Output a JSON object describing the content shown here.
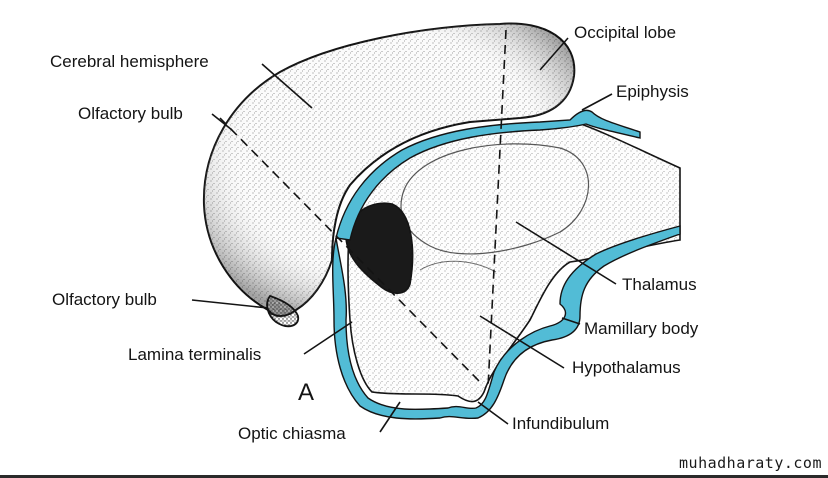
{
  "labels": {
    "cerebral_hemisphere": "Cerebral hemisphere",
    "olfactory_bulb_upper": "Olfactory bulb",
    "olfactory_bulb_lower": "Olfactory bulb",
    "lamina_terminalis": "Lamina terminalis",
    "optic_chiasma": "Optic chiasma",
    "occipital_lobe": "Occipital lobe",
    "epiphysis": "Epiphysis",
    "thalamus": "Thalamus",
    "mamillary_body": "Mamillary body",
    "hypothalamus": "Hypothalamus",
    "infundibulum": "Infundibulum"
  },
  "figure_letter": "A",
  "watermark": "muhadharaty.com",
  "colors": {
    "ventricle_blue": "#52bcd6",
    "outline": "#141414",
    "stipple": "#333333",
    "background": "#ffffff"
  }
}
